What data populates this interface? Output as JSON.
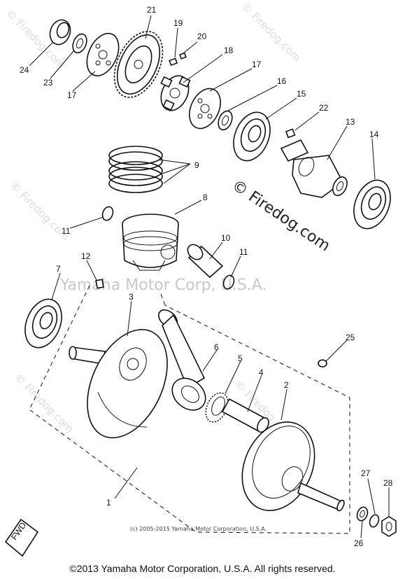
{
  "watermarks": {
    "corner_text": "© Firedog.com",
    "center_text": "Yamaha Motor Corp, U.S.A."
  },
  "overlay_text": "© Firedog.com",
  "fwd_label": "FWD",
  "small_copyright": "(c) 2005-2015 Yamaha Motor Corporation, U.S.A.",
  "copyright": "©2013 Yamaha Motor Corporation, U.S.A. All rights reserved.",
  "callouts": [
    {
      "id": "21",
      "label": "21"
    },
    {
      "id": "19",
      "label": "19"
    },
    {
      "id": "20",
      "label": "20"
    },
    {
      "id": "18",
      "label": "18"
    },
    {
      "id": "17a",
      "label": "17"
    },
    {
      "id": "16",
      "label": "16"
    },
    {
      "id": "15",
      "label": "15"
    },
    {
      "id": "22",
      "label": "22"
    },
    {
      "id": "13",
      "label": "13"
    },
    {
      "id": "14",
      "label": "14"
    },
    {
      "id": "24",
      "label": "24"
    },
    {
      "id": "23",
      "label": "23"
    },
    {
      "id": "17b",
      "label": "17"
    },
    {
      "id": "9",
      "label": "9"
    },
    {
      "id": "8",
      "label": "8"
    },
    {
      "id": "11a",
      "label": "11"
    },
    {
      "id": "10",
      "label": "10"
    },
    {
      "id": "11b",
      "label": "11"
    },
    {
      "id": "12",
      "label": "12"
    },
    {
      "id": "7",
      "label": "7"
    },
    {
      "id": "3",
      "label": "3"
    },
    {
      "id": "25",
      "label": "25"
    },
    {
      "id": "6",
      "label": "6"
    },
    {
      "id": "5",
      "label": "5"
    },
    {
      "id": "4",
      "label": "4"
    },
    {
      "id": "2",
      "label": "2"
    },
    {
      "id": "1",
      "label": "1"
    },
    {
      "id": "27",
      "label": "27"
    },
    {
      "id": "28",
      "label": "28"
    },
    {
      "id": "26",
      "label": "26"
    }
  ]
}
